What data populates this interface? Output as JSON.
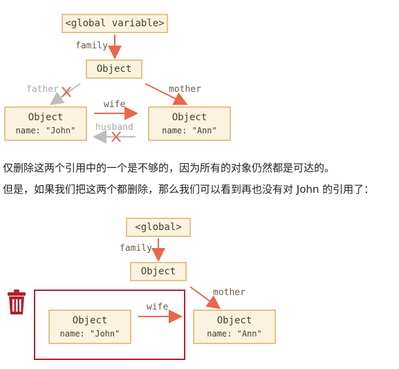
{
  "diagram1": {
    "global_box": "<global variable>",
    "family_label": "family",
    "root_object": "Object",
    "father_label": "father",
    "mother_label": "mother",
    "wife_label": "wife",
    "husband_label": "husband",
    "john": {
      "title": "Object",
      "name": "name: \"John\""
    },
    "ann": {
      "title": "Object",
      "name": "name: \"Ann\""
    }
  },
  "text": {
    "line1": "仅删除这两个引用中的一个是不够的，因为所有的对象仍然都是可达的。",
    "line2": "但是，如果我们把这两个都删除，那么我们可以看到再也没有对 John 的引用了："
  },
  "diagram2": {
    "global_box": "<global>",
    "family_label": "family",
    "root_object": "Object",
    "mother_label": "mother",
    "wife_label": "wife",
    "john": {
      "title": "Object",
      "name": "name: \"John\""
    },
    "ann": {
      "title": "Object",
      "name": "name: \"Ann\""
    },
    "trash_icon": "trash-can-icon"
  },
  "colors": {
    "arrow": "#e8684a",
    "removed": "#bdbdbd",
    "cross": "#e8684a",
    "box_fill": "#fbf3df",
    "box_border": "#e2c38b",
    "frame": "#b3202c"
  }
}
